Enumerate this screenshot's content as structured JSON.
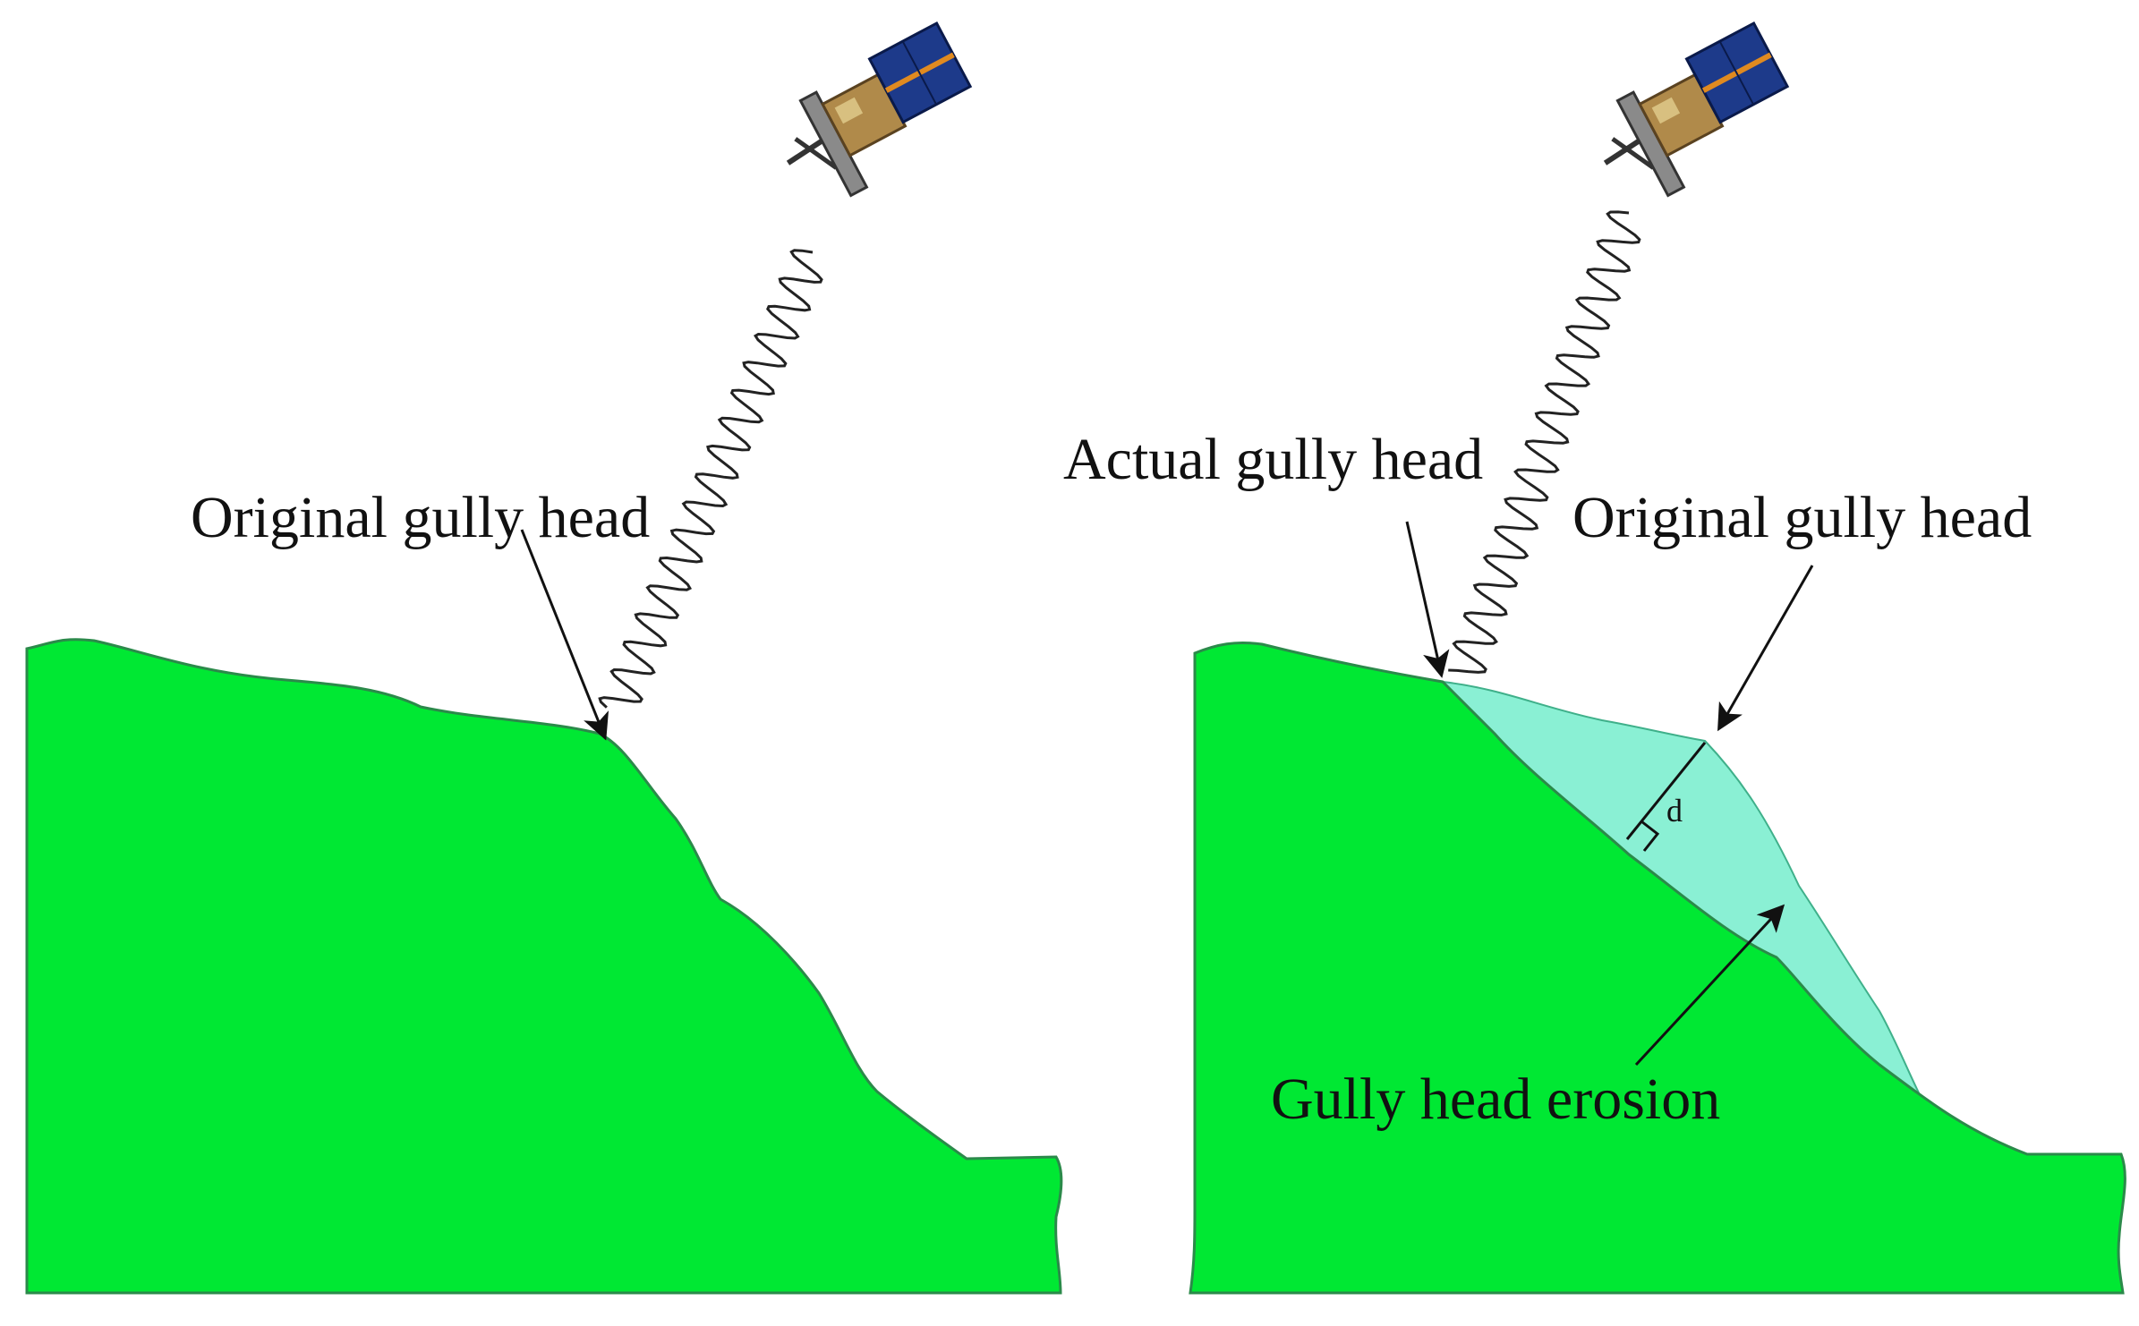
{
  "colors": {
    "terrain_fill": "#00e833",
    "terrain_edge": "#2b8a4a",
    "eroded_fill": "#8af0d4",
    "eroded_edge": "#3fb08a",
    "arrow": "#111111",
    "signal_wave": "#222222",
    "satellite_panel": "#1d3a8a",
    "satellite_body": "#b08a4a"
  },
  "left_panel": {
    "icon": "satellite-icon",
    "label_original": "Original gully head"
  },
  "right_panel": {
    "icon": "satellite-icon",
    "label_actual": "Actual gully head",
    "label_original": "Original gully head",
    "label_erosion": "Gully head erosion",
    "label_distance": "d"
  }
}
